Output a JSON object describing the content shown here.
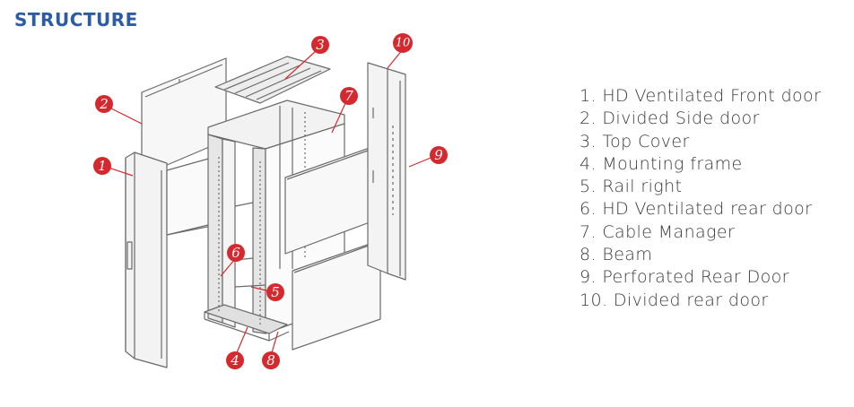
{
  "title": "STRUCTURE",
  "colors": {
    "title": "#2c5ba8",
    "badge": "#d42a2f",
    "leader": "#d42a2f",
    "outline": "#6a6a6a"
  },
  "callouts": [
    "1",
    "2",
    "3",
    "4",
    "5",
    "6",
    "7",
    "8",
    "9",
    "10"
  ],
  "legend": [
    "1. HD Ventilated Front door",
    "2. Divided Side door",
    "3. Top Cover",
    "4. Mounting frame",
    "5. Rail right",
    "6. HD Ventilated rear door",
    "7. Cable Manager",
    "8. Beam",
    "9. Perforated Rear Door",
    "10. Divided rear door"
  ]
}
